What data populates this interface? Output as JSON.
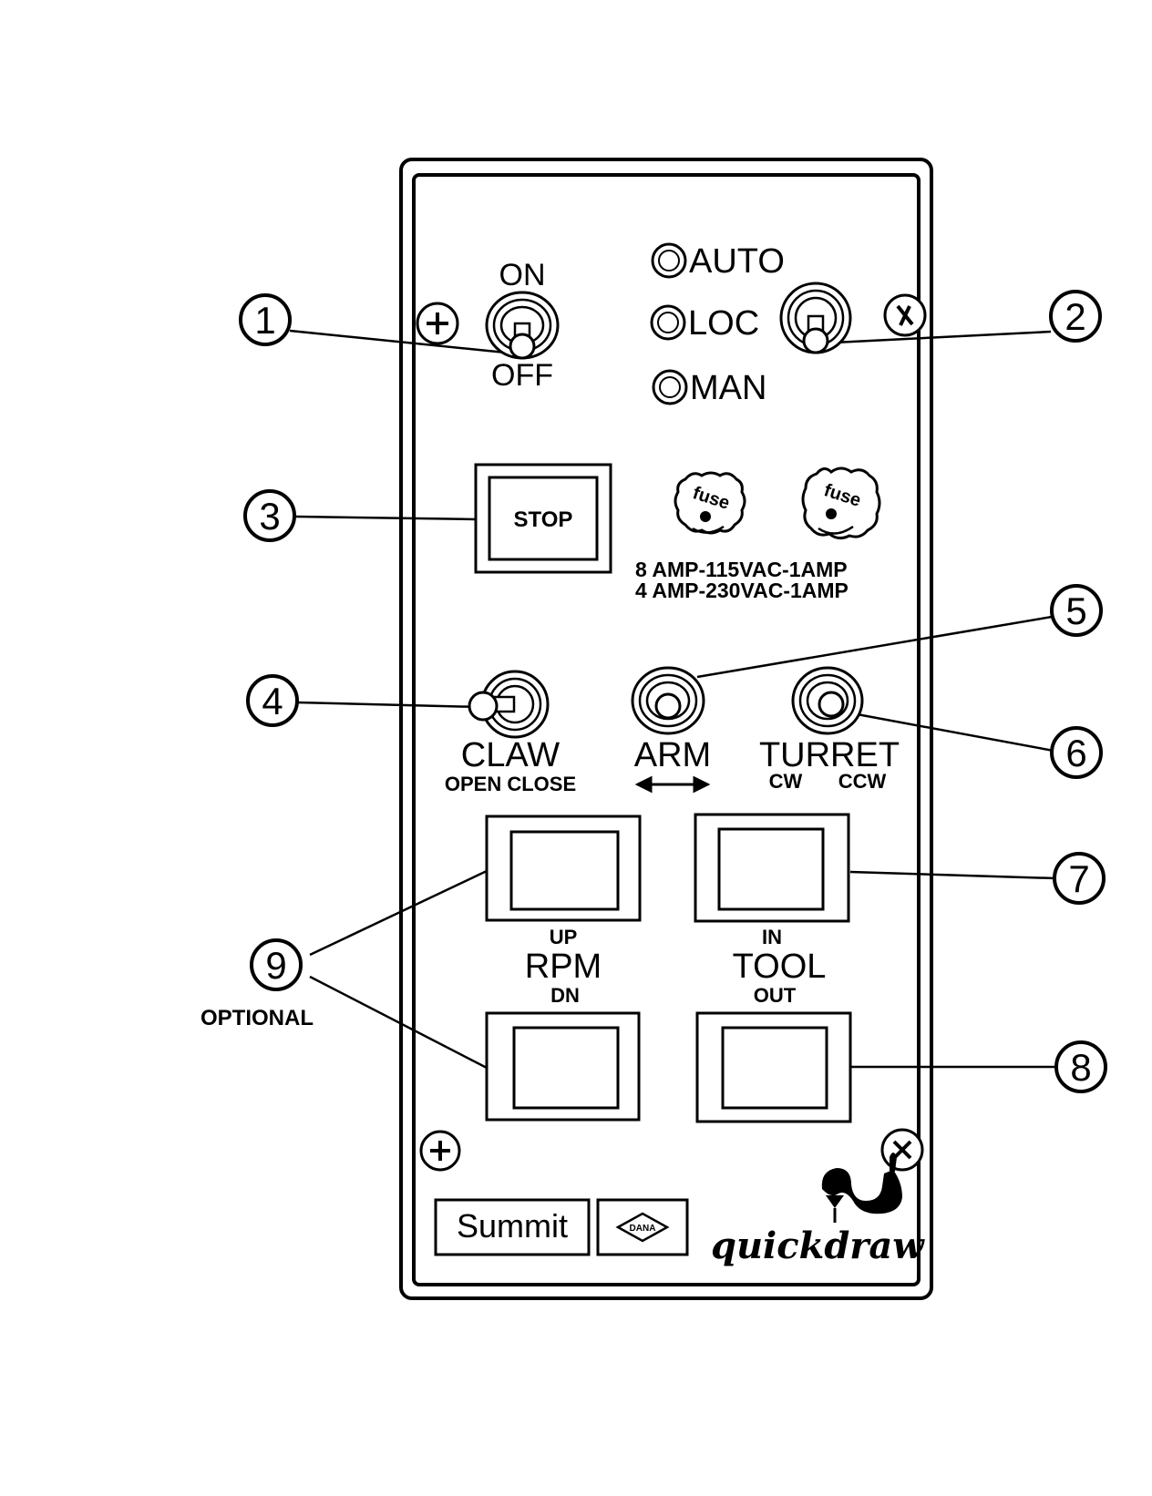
{
  "panel": {
    "power_switch": {
      "on_label": "ON",
      "off_label": "OFF"
    },
    "mode": {
      "auto_label": "AUTO",
      "loc_label": "LOC",
      "man_label": "MAN"
    },
    "stop_button_label": "STOP",
    "fuse_text": "fuse",
    "fuse_rating_line1": "8 AMP-115VAC-1AMP",
    "fuse_rating_line2": "4 AMP-230VAC-1AMP",
    "claw": {
      "label": "CLAW",
      "sub_label": "OPEN CLOSE"
    },
    "arm": {
      "label": "ARM"
    },
    "turret": {
      "label": "TURRET",
      "cw_label": "CW",
      "ccw_label": "CCW"
    },
    "rpm": {
      "label": "RPM",
      "up_label": "UP",
      "dn_label": "DN"
    },
    "tool": {
      "label": "TOOL",
      "in_label": "IN",
      "out_label": "OUT"
    },
    "brand_summit": "Summit",
    "brand_dana": "DANA",
    "brand_quickdraw": "quickdraw"
  },
  "callouts": [
    "1",
    "2",
    "3",
    "4",
    "5",
    "6",
    "7",
    "8",
    "9"
  ],
  "optional_label": "OPTIONAL"
}
